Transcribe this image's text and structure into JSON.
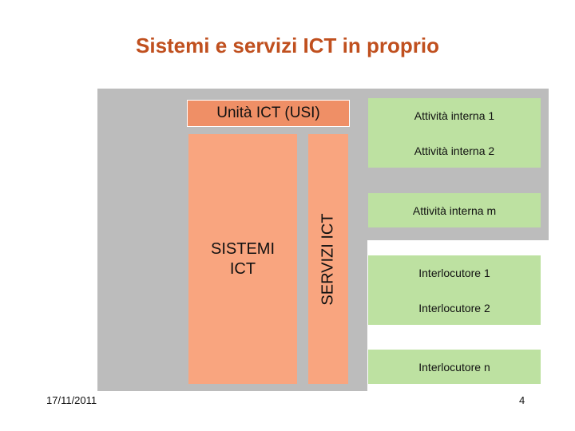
{
  "title": "Sistemi e servizi ICT in proprio",
  "usi_label": "Unità ICT (USI)",
  "sistemi_line1": "SISTEMI",
  "sistemi_line2": "ICT",
  "servizi_label": "SERVIZI ICT",
  "attivita": [
    "Attività interna 1",
    "Attività interna 2",
    "Attività interna m"
  ],
  "interlocutori": [
    "Interlocutore 1",
    "Interlocutore 2",
    "Interlocutore n"
  ],
  "footer": {
    "date": "17/11/2011",
    "page": "4"
  },
  "colors": {
    "title": "#c0501f",
    "gray_area": "#bcbcbc",
    "usi_box": "#ef8f66",
    "ict_boxes": "#f9a57f",
    "green_boxes": "#bde1a1"
  }
}
